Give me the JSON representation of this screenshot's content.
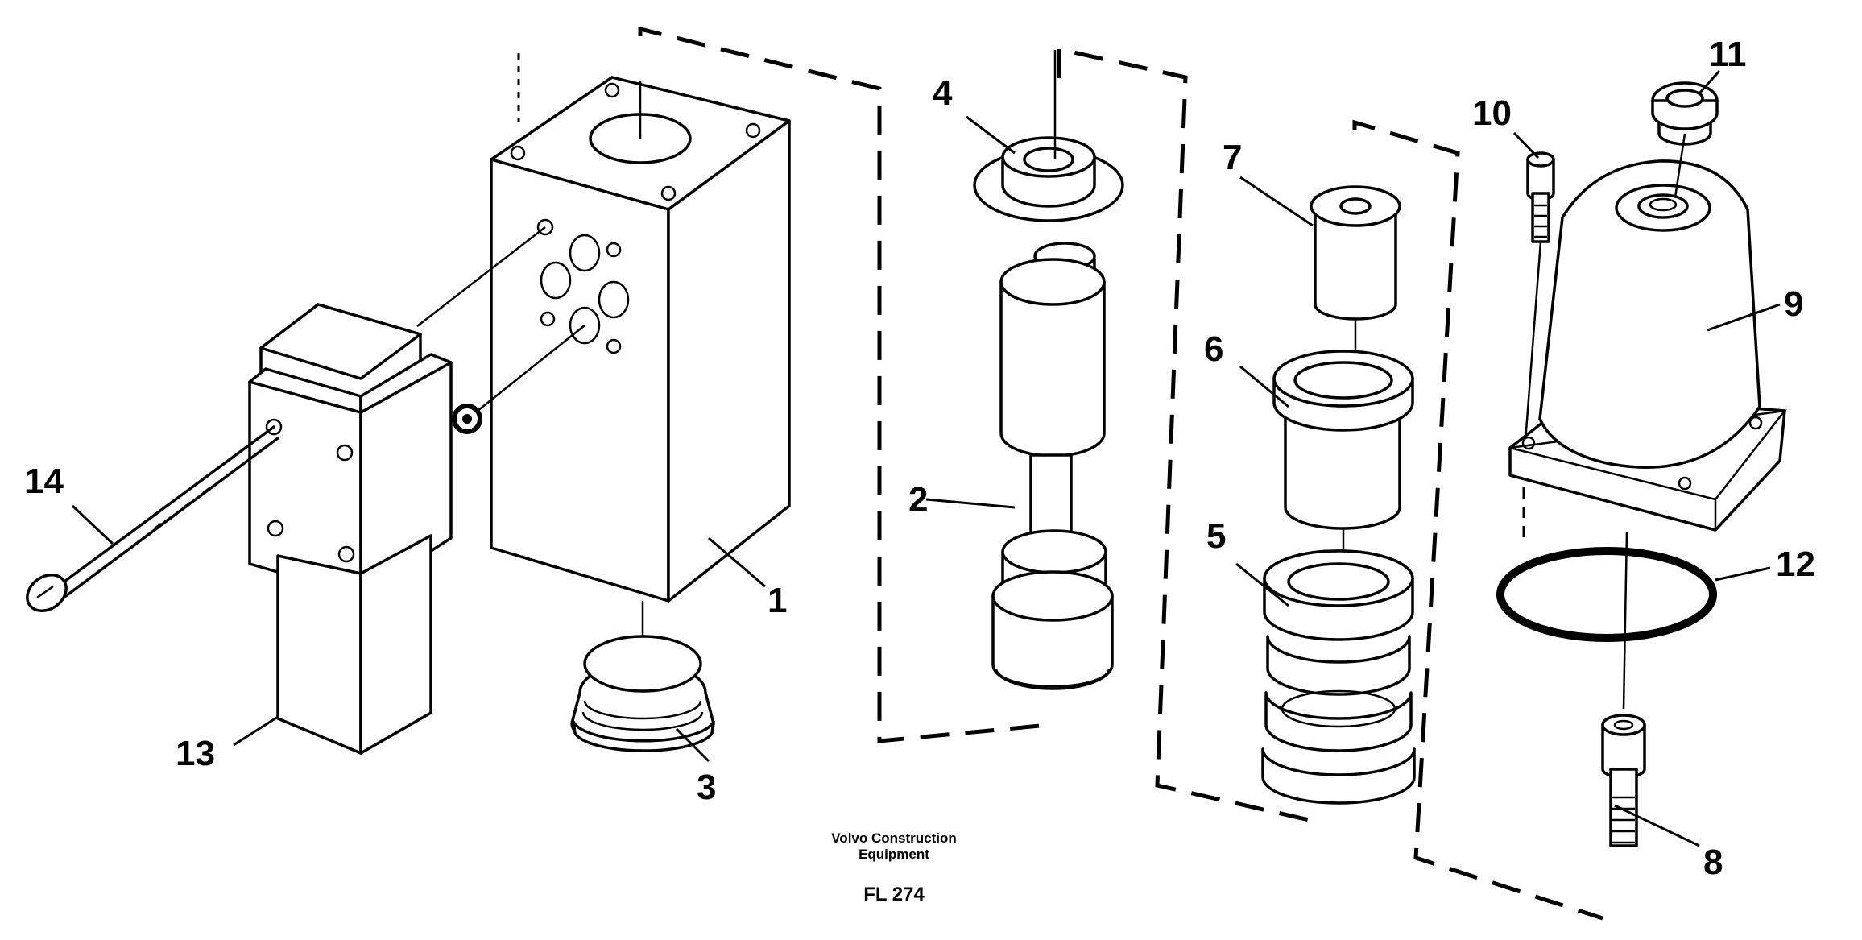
{
  "callouts": [
    "1",
    "2",
    "3",
    "4",
    "5",
    "6",
    "7",
    "8",
    "9",
    "10",
    "11",
    "12",
    "13",
    "14"
  ],
  "caption": {
    "line1": "Volvo Construction",
    "line2": "Equipment",
    "figure_code": "FL 274"
  }
}
